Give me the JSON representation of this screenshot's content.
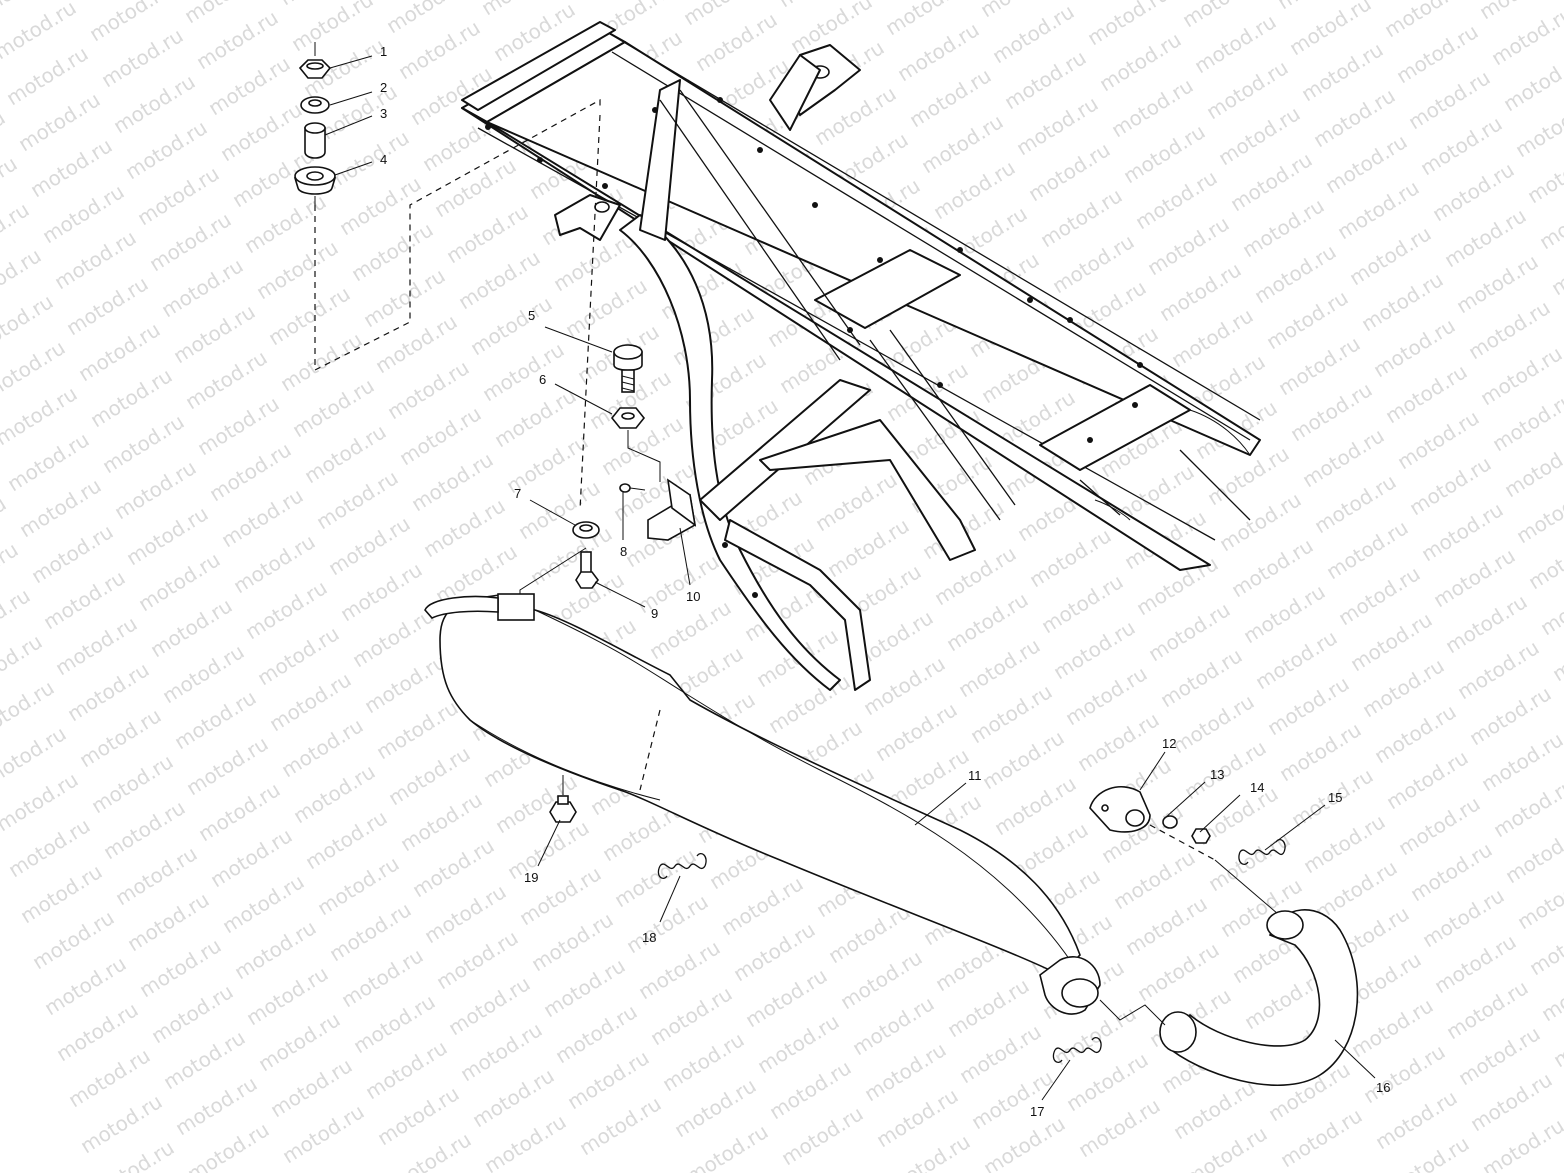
{
  "watermark": {
    "text": "motod.ru"
  },
  "callouts": [
    {
      "id": "1",
      "label": "1"
    },
    {
      "id": "2",
      "label": "2"
    },
    {
      "id": "3",
      "label": "3"
    },
    {
      "id": "4",
      "label": "4"
    },
    {
      "id": "5",
      "label": "5"
    },
    {
      "id": "6",
      "label": "6"
    },
    {
      "id": "7",
      "label": "7"
    },
    {
      "id": "8",
      "label": "8"
    },
    {
      "id": "9",
      "label": "9"
    },
    {
      "id": "10",
      "label": "10"
    },
    {
      "id": "11",
      "label": "11"
    },
    {
      "id": "12",
      "label": "12"
    },
    {
      "id": "13",
      "label": "13"
    },
    {
      "id": "14",
      "label": "14"
    },
    {
      "id": "15",
      "label": "15"
    },
    {
      "id": "16",
      "label": "16"
    },
    {
      "id": "17",
      "label": "17"
    },
    {
      "id": "18",
      "label": "18"
    },
    {
      "id": "19",
      "label": "19"
    }
  ]
}
